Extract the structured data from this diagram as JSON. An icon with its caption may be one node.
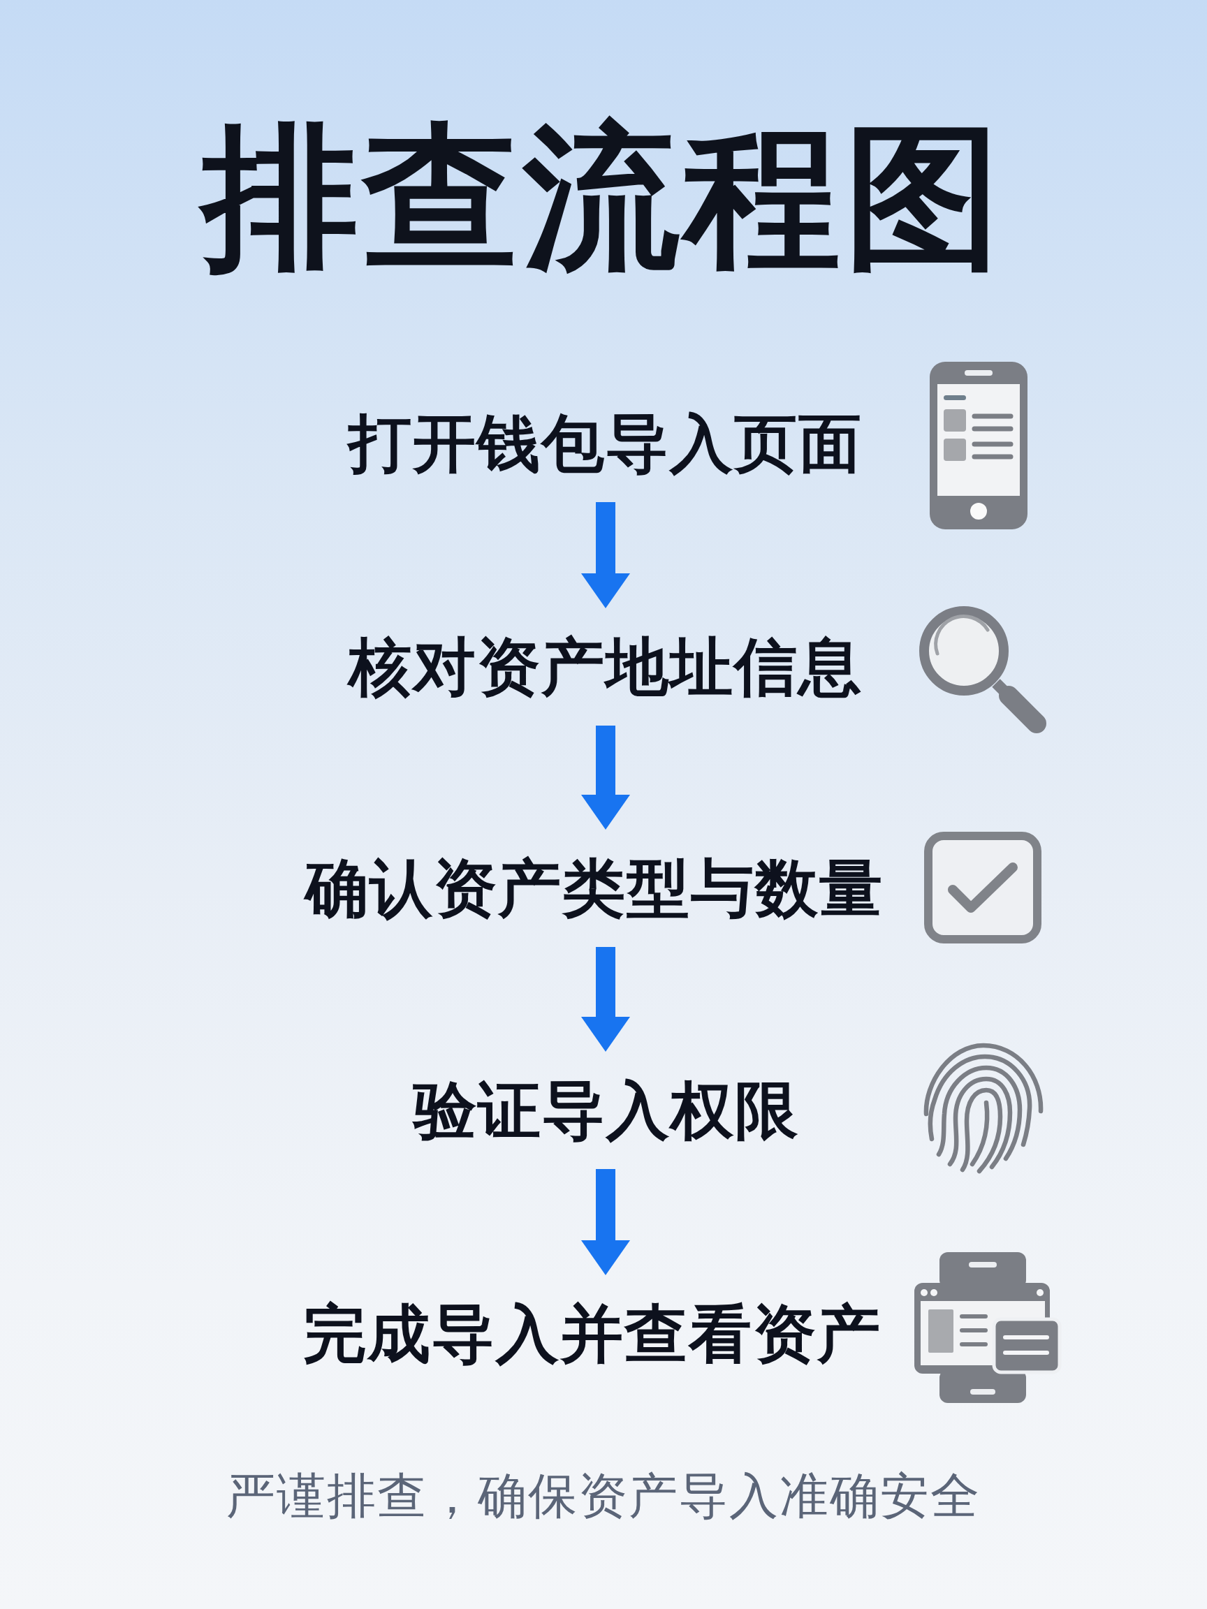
{
  "diagram": {
    "title": "排查流程图",
    "nodes": [
      {
        "text": [
          "打开钱包导入页面"
        ]
      },
      {
        "text": [
          "核对资产地址信息"
        ]
      },
      {
        "text": [
          "确认资产类型与数量"
        ]
      },
      {
        "text": [
          "验证导入权限"
        ]
      },
      {
        "text": [
          "完成导入并查看资产"
        ]
      }
    ],
    "edges": [
      {
        "from": 0,
        "to": 1,
        "arrow": "to"
      },
      {
        "from": 1,
        "to": 2,
        "arrow": "to"
      },
      {
        "from": 2,
        "to": 3,
        "arrow": "to"
      },
      {
        "from": 3,
        "to": 4,
        "arrow": "to"
      }
    ],
    "caption": "严谨排查，确保资产导入准确安全"
  }
}
